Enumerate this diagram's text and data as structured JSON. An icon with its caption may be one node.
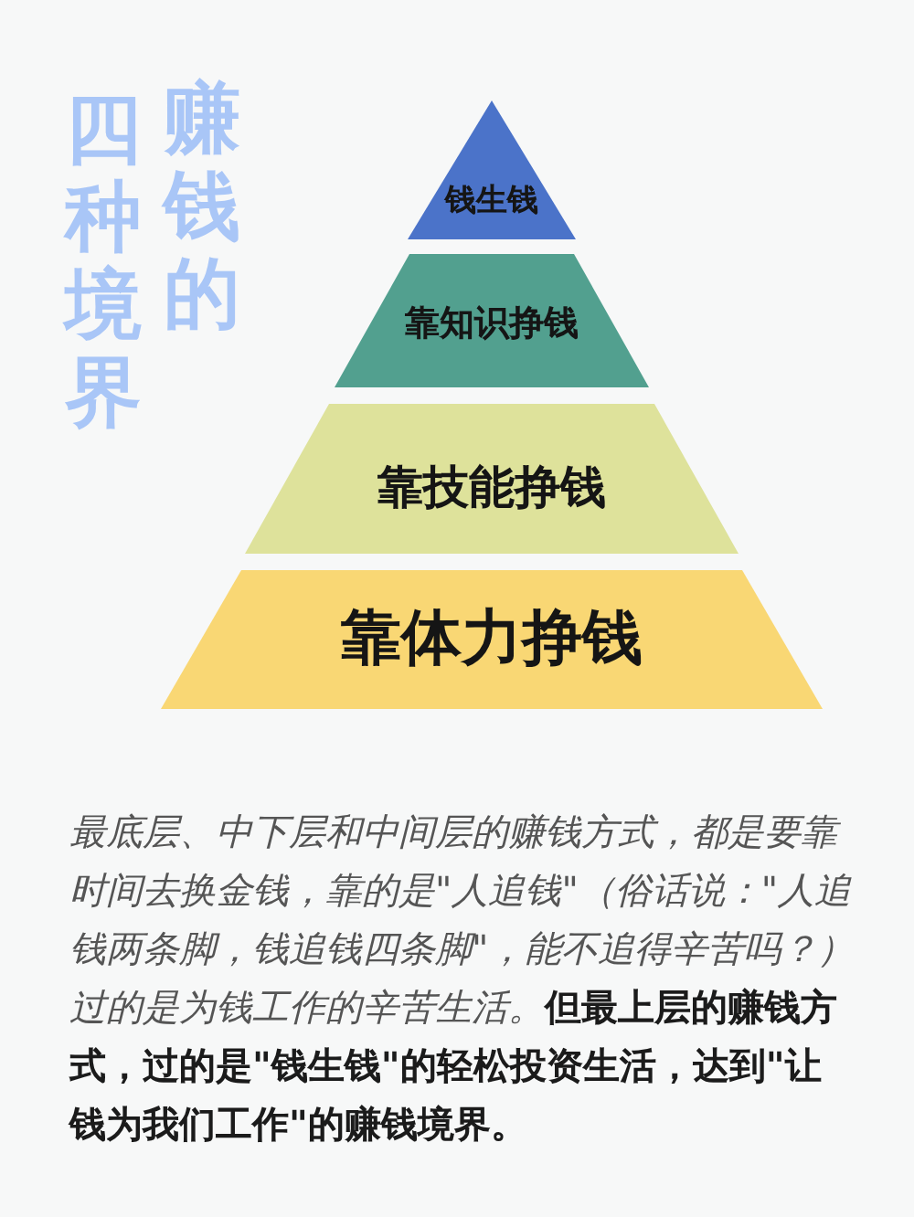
{
  "diagram": {
    "title": "赚钱的四种境界",
    "nodes": [
      {
        "text": [
          "钱生钱"
        ]
      },
      {
        "text": [
          "靠知识挣钱"
        ]
      },
      {
        "text": [
          "靠技能挣钱"
        ]
      },
      {
        "text": [
          "靠体力挣钱"
        ]
      }
    ],
    "labels": [
      "最底层、中下层和中间层的赚钱方式，都是要靠时间去换金钱，靠的是\"人追钱\"（俗话说：\"人追钱两条脚，钱追钱四条脚\"，能不追得辛苦吗？）过的是为钱工作的辛苦生活。**但最上层的赚钱方式，过的是\"钱生钱\"的轻松投资生活，达到\"让钱为我们工作\"的赚钱境界。**"
    ]
  }
}
